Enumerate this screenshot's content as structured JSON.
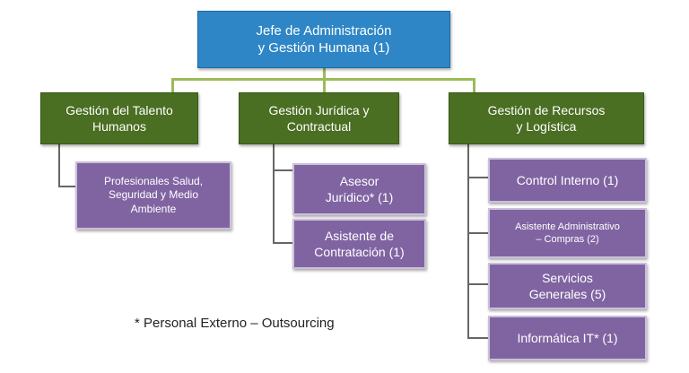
{
  "root": {
    "label": "Jefe de Administración\ny Gestión Humana (1)"
  },
  "branches": [
    {
      "label": "Gestión del Talento\nHumanos",
      "children": [
        {
          "label": "Profesionales  Salud,\nSeguridad y Medio\nAmbiente"
        }
      ]
    },
    {
      "label": "Gestión Jurídica y\nContractual",
      "children": [
        {
          "label": "Asesor\nJurídico* (1)"
        },
        {
          "label": "Asistente de\nContratación (1)"
        }
      ]
    },
    {
      "label": "Gestión de Recursos\ny Logística",
      "children": [
        {
          "label": "Control Interno (1)"
        },
        {
          "label": "Asistente Administrativo\n– Compras (2)"
        },
        {
          "label": "Servicios\nGenerales (5)"
        },
        {
          "label": "Informática IT* (1)"
        }
      ]
    }
  ],
  "footnote": "* Personal Externo – Outsourcing",
  "colors": {
    "root": "#2e86c6",
    "branch": "#4a6e22",
    "leaf": "#8064a2",
    "connector_top": "#9bbb59",
    "connector_tree": "#666666"
  }
}
